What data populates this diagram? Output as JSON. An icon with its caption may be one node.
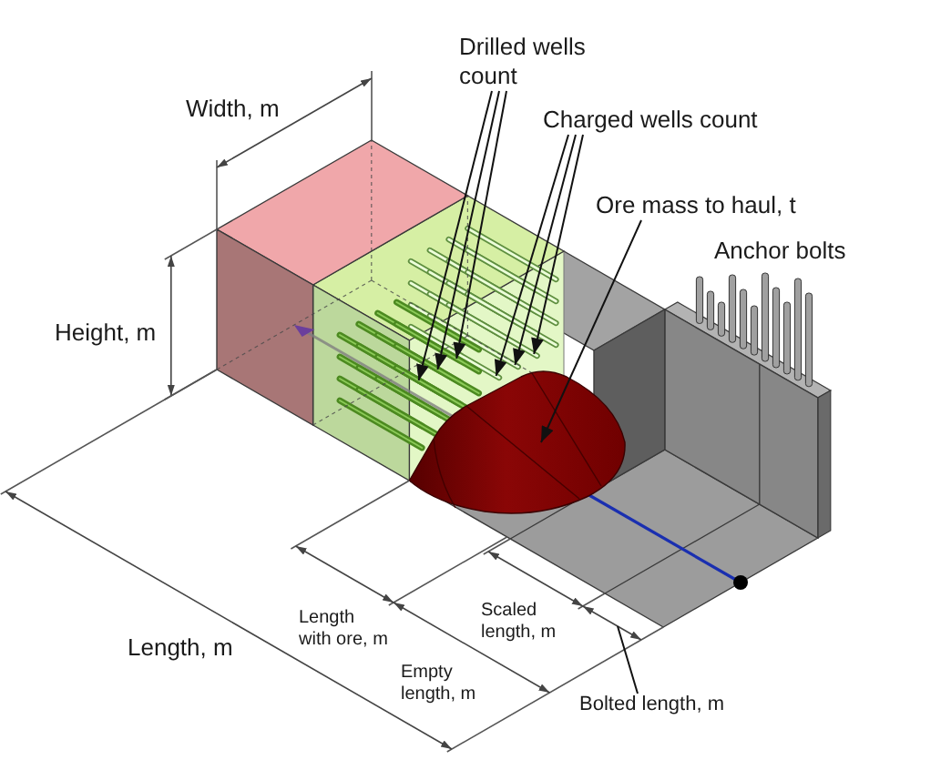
{
  "diagram": {
    "nodes": [
      {
        "text": [
          "Drilled wells count"
        ]
      },
      {
        "text": [
          "Charged wells count"
        ]
      },
      {
        "text": [
          "Ore mass to haul, t"
        ]
      },
      {
        "text": [
          "Bolted length, m"
        ]
      }
    ],
    "edges": [
      {
        "from": 0,
        "to": null,
        "arrow": "to"
      },
      {
        "from": 0,
        "to": null,
        "arrow": "to"
      },
      {
        "from": 0,
        "to": null,
        "arrow": "to"
      },
      {
        "from": 1,
        "to": null,
        "arrow": "to"
      },
      {
        "from": 1,
        "to": null,
        "arrow": "to"
      },
      {
        "from": 1,
        "to": null,
        "arrow": "to"
      },
      {
        "from": 2,
        "to": null,
        "arrow": "to"
      },
      {
        "from": 3,
        "to": null,
        "arrow": "none"
      }
    ],
    "labels": [
      "Width, m",
      "Anchor bolts",
      "Height, m",
      "Length with ore, m",
      "Scaled length, m",
      "Length, m",
      "Empty length, m"
    ]
  }
}
